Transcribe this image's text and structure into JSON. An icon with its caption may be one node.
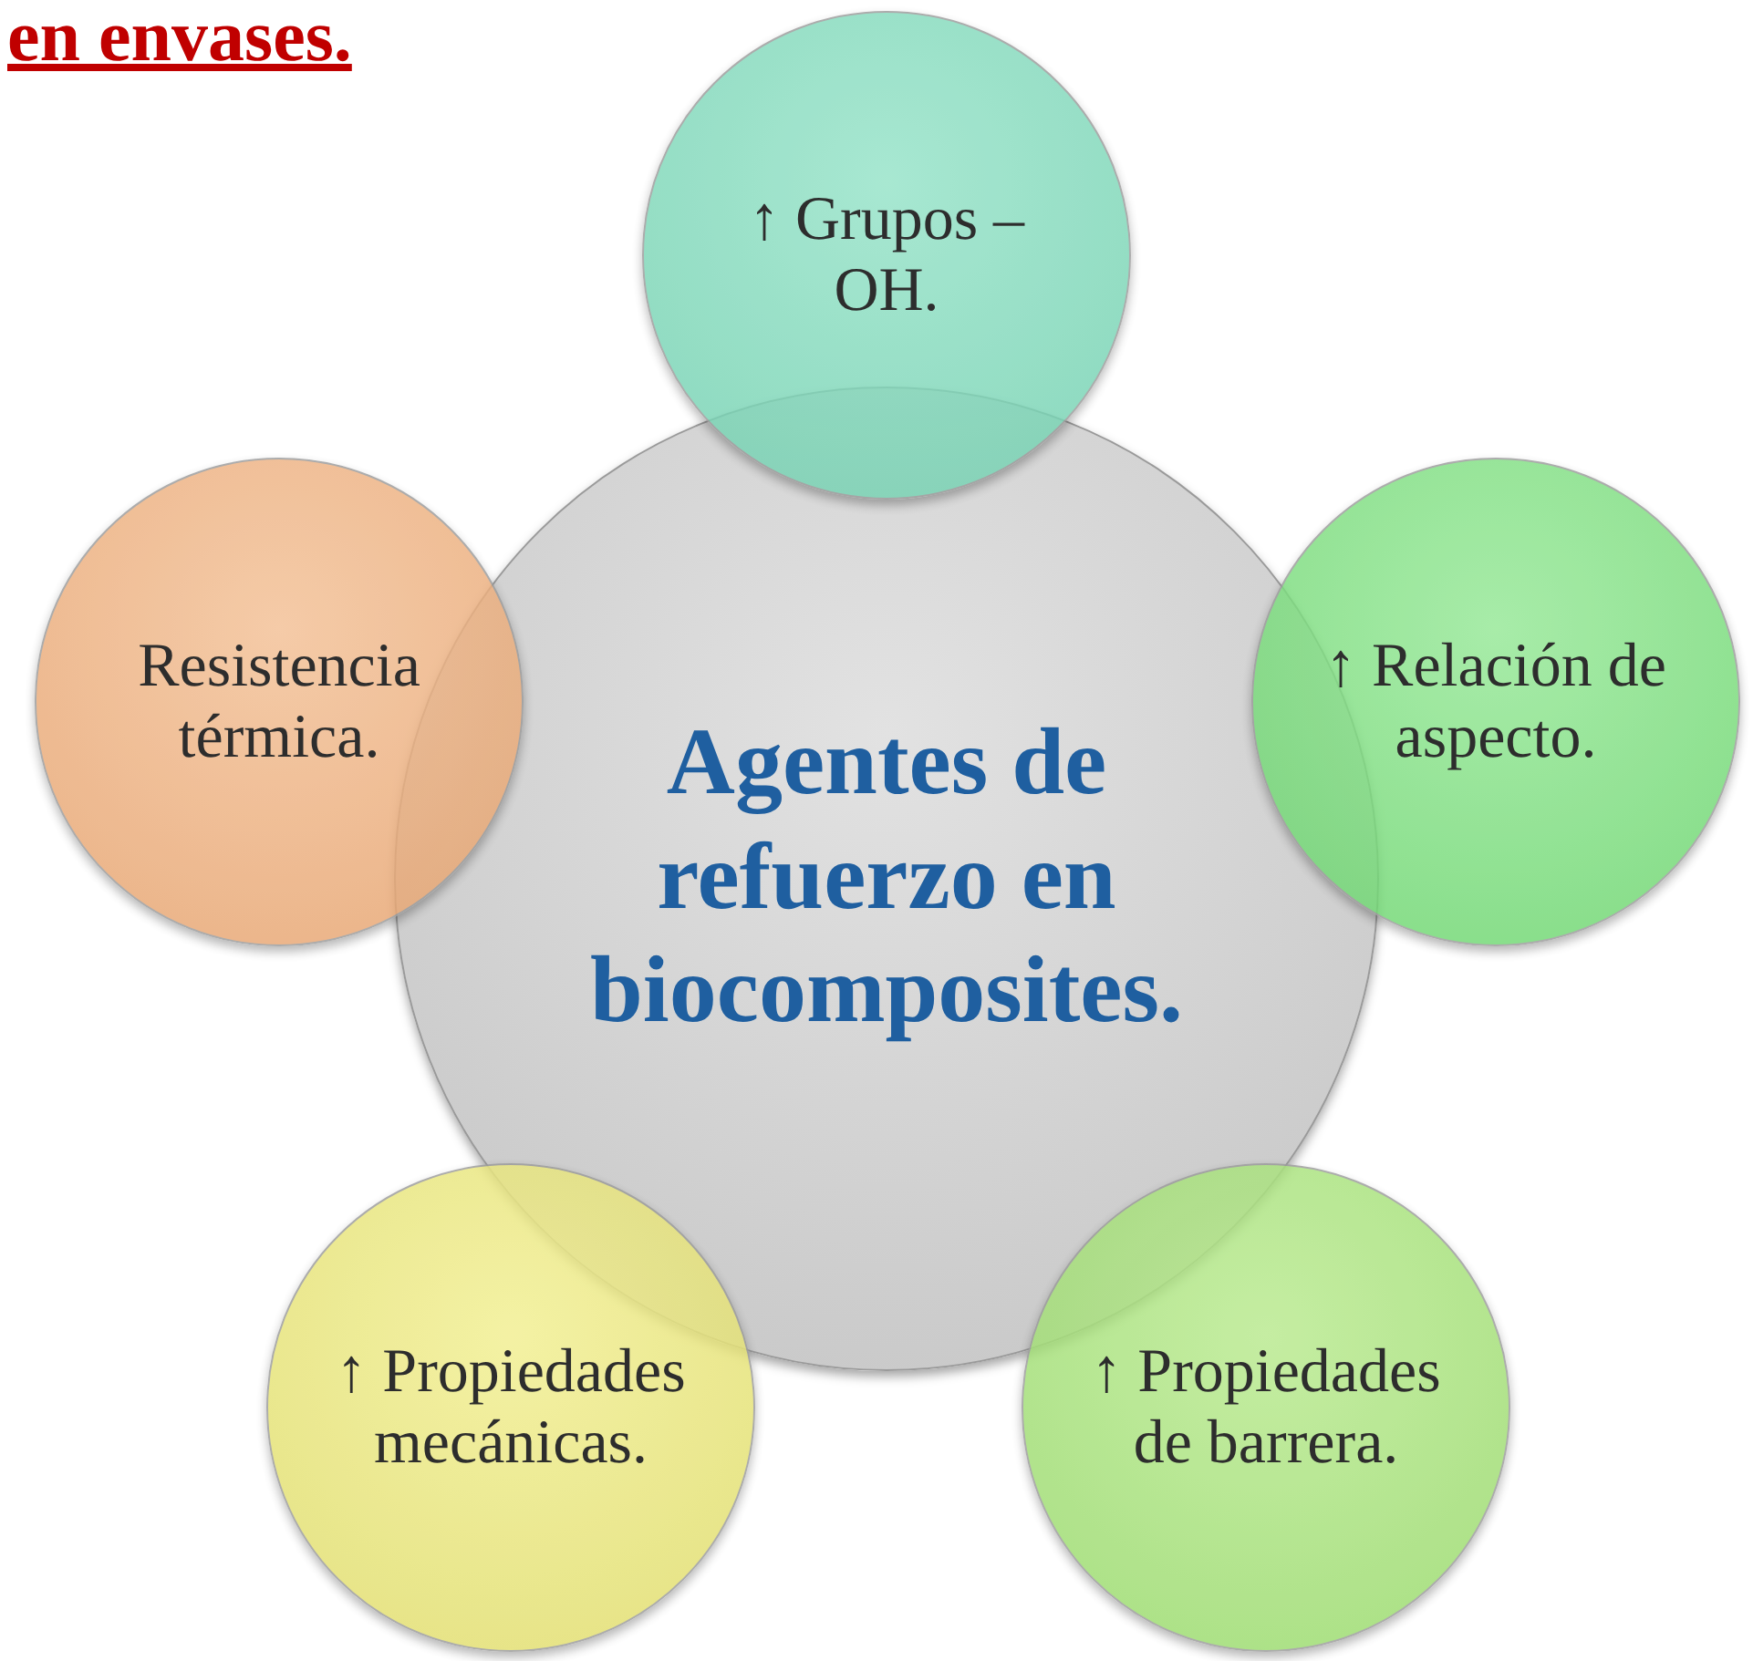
{
  "diagram": {
    "title": "en envases.",
    "nodes": [
      {
        "text": [
          "Agentes de refuerzo en biocomposites."
        ]
      },
      {
        "text": [
          "↑ Grupos – OH."
        ]
      },
      {
        "text": [
          "↑ Relación de aspecto."
        ]
      },
      {
        "text": [
          "↑ Propiedades de barrera."
        ]
      },
      {
        "text": [
          "↑ Propiedades mecánicas."
        ]
      },
      {
        "text": [
          "Resistencia térmica."
        ]
      }
    ]
  }
}
